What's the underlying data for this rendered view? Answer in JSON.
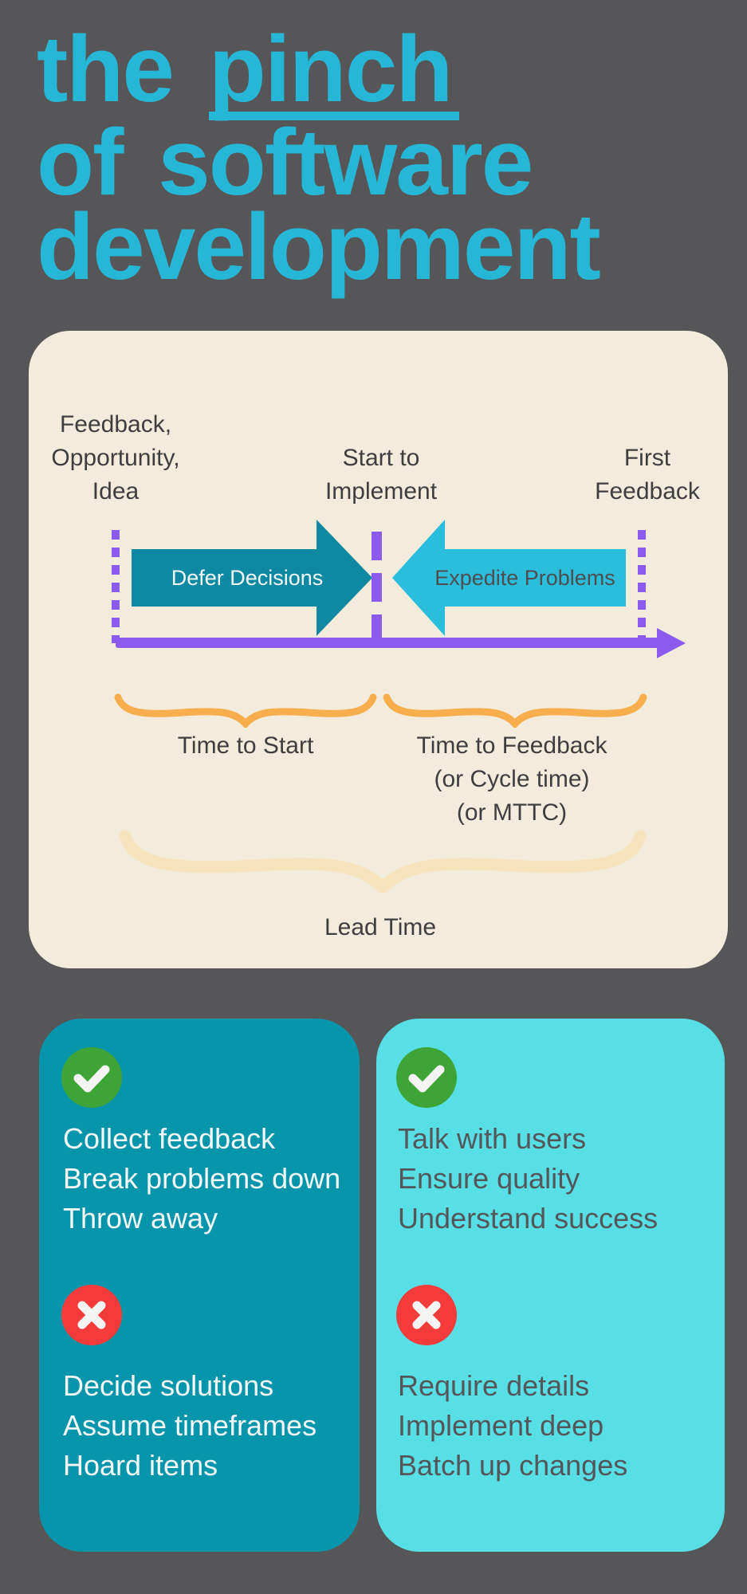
{
  "title": {
    "word_the": "the",
    "word_pinch": "pinch",
    "line2": "of software",
    "line3": "development"
  },
  "timeline_panel": {
    "milestones": [
      {
        "lines": [
          "Feedback,",
          "Opportunity,",
          "Idea"
        ]
      },
      {
        "lines": [
          "Start to",
          "Implement"
        ]
      },
      {
        "lines": [
          "First",
          "Feedback"
        ]
      }
    ],
    "defer_arrow_label": "Defer Decisions",
    "expedite_arrow_label": "Expedite Problems",
    "time_to_start_label": "Time to Start",
    "time_to_feedback_lines": [
      "Time to Feedback",
      "(or Cycle time)",
      "(or MTTC)"
    ],
    "lead_time_label": "Lead Time"
  },
  "cards": [
    {
      "theme": "dark-teal",
      "do_items": [
        "Collect feedback",
        "Break problems down",
        "Throw away"
      ],
      "dont_items": [
        "Decide solutions",
        "Assume timeframes",
        "Hoard items"
      ]
    },
    {
      "theme": "light-cyan",
      "do_items": [
        "Talk with users",
        "Ensure quality",
        "Understand success"
      ],
      "dont_items": [
        "Require details",
        "Implement deep",
        "Batch up changes"
      ]
    }
  ],
  "colors": {
    "background": "#565557",
    "title_cyan": "#27B7D6",
    "panel_cream": "#F3ECDC",
    "text_dark": "#3E3E40",
    "purple": "#8C5BEE",
    "teal_arrow": "#0F89A1",
    "cyan_arrow": "#2BBEDC",
    "orange_brace": "#F8AE4D",
    "pale_brace": "#F7E3BC",
    "card_dark_teal": "#0795AB",
    "card_light_cyan": "#57DFE5",
    "check_green": "#3EA437",
    "cross_red": "#F43B3B"
  }
}
